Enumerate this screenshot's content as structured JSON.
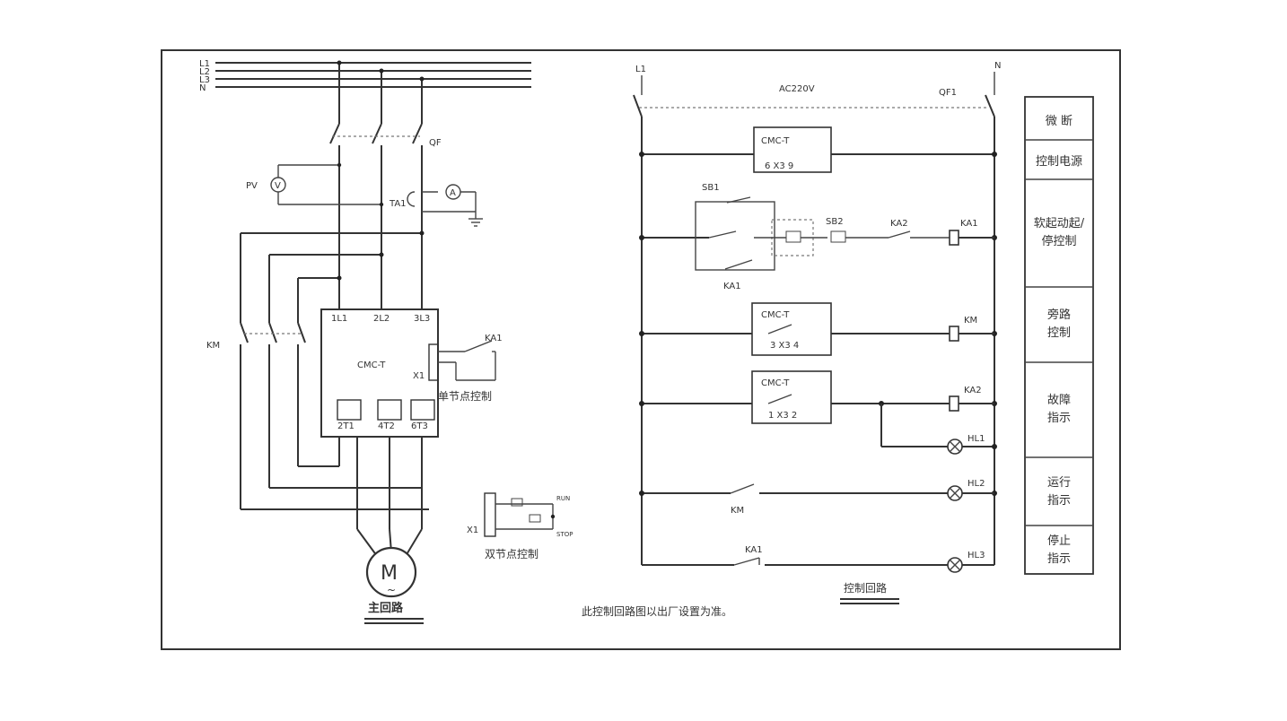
{
  "main_circuit": {
    "phases": [
      "L1",
      "L2",
      "L3",
      "N"
    ],
    "breaker": "QF",
    "voltmeter_label": "PV",
    "voltmeter_symbol": "V",
    "ct_label": "TA1",
    "ammeter_symbol": "A",
    "contactor": "KM",
    "starter_label": "CMC-T",
    "inputs": [
      "1L1",
      "2L2",
      "3L3"
    ],
    "outputs": [
      "2T1",
      "4T2",
      "6T3"
    ],
    "terminal_x1": "X1",
    "relay_ka1": "KA1",
    "single_node": "单节点控制",
    "dual_node": "双节点控制",
    "run_label": "RUN",
    "stop_label": "STOP",
    "motor": "M",
    "motor_sub": "~",
    "caption": "主回路"
  },
  "control_circuit": {
    "l1": "L1",
    "n": "N",
    "supply": "AC220V",
    "breaker": "QF1",
    "cmc": "CMC-T",
    "sb1": "SB1",
    "sb2": "SB2",
    "ka1": "KA1",
    "ka2": "KA2",
    "km": "KM",
    "hl1": "HL1",
    "hl2": "HL2",
    "hl3": "HL3",
    "x3_1": "6 X3 9",
    "x3_2": "3 X3 4",
    "x3_3": "1 X3 2",
    "caption": "控制回路",
    "note": "此控制回路图以出厂设置为准。"
  },
  "side_table": [
    "微 断",
    "控制电源",
    "软起动起/停控制",
    "旁路控制",
    "故障指示",
    "运行指示",
    "停止指示"
  ]
}
